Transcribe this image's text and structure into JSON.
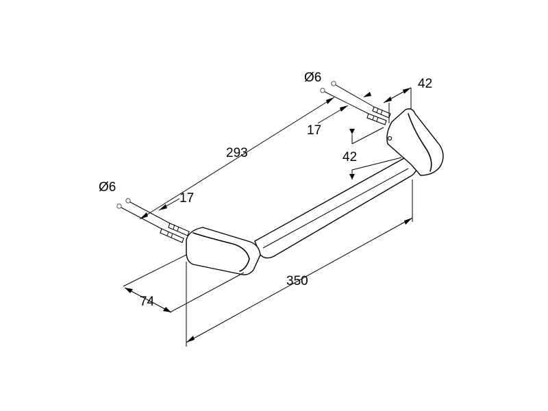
{
  "dimensions": {
    "diameter_right": "Ø6",
    "diameter_left": "Ø6",
    "depth_right": "17",
    "depth_left": "17",
    "bracket_width": "42",
    "bracket_height": "42",
    "hole_spacing": "293",
    "overall_length": "350",
    "projection": "74"
  }
}
